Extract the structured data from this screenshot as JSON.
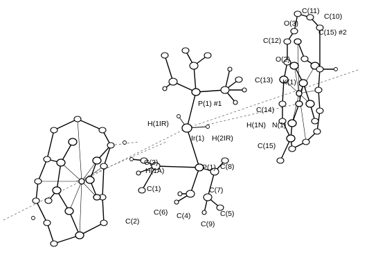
{
  "labels": {
    "c11": "C(11)",
    "o3": "O(3)",
    "c10": "C(10)",
    "c15b": "C(15) #2",
    "c12": "C(12)",
    "o2": "O(2)",
    "c13": "C(13)",
    "k1": "K(1)",
    "p1a": "P(1) #1",
    "c14": "C(14)",
    "h1ir": "H(1IR)",
    "h1n": "H(1N)",
    "n1": "N(1)",
    "ir1": "Ir(1)",
    "h2ir": "H(2IR)",
    "c15": "C(15)",
    "c3": "C(3)",
    "h1a": "H(1A)",
    "p1": "P(1)",
    "c8": "C(8)",
    "c1": "C(1)",
    "c7": "C(7)",
    "c2": "C(2)",
    "c6": "C(6)",
    "c4": "C(4)",
    "c5": "C(5)",
    "c9": "C(9)"
  }
}
